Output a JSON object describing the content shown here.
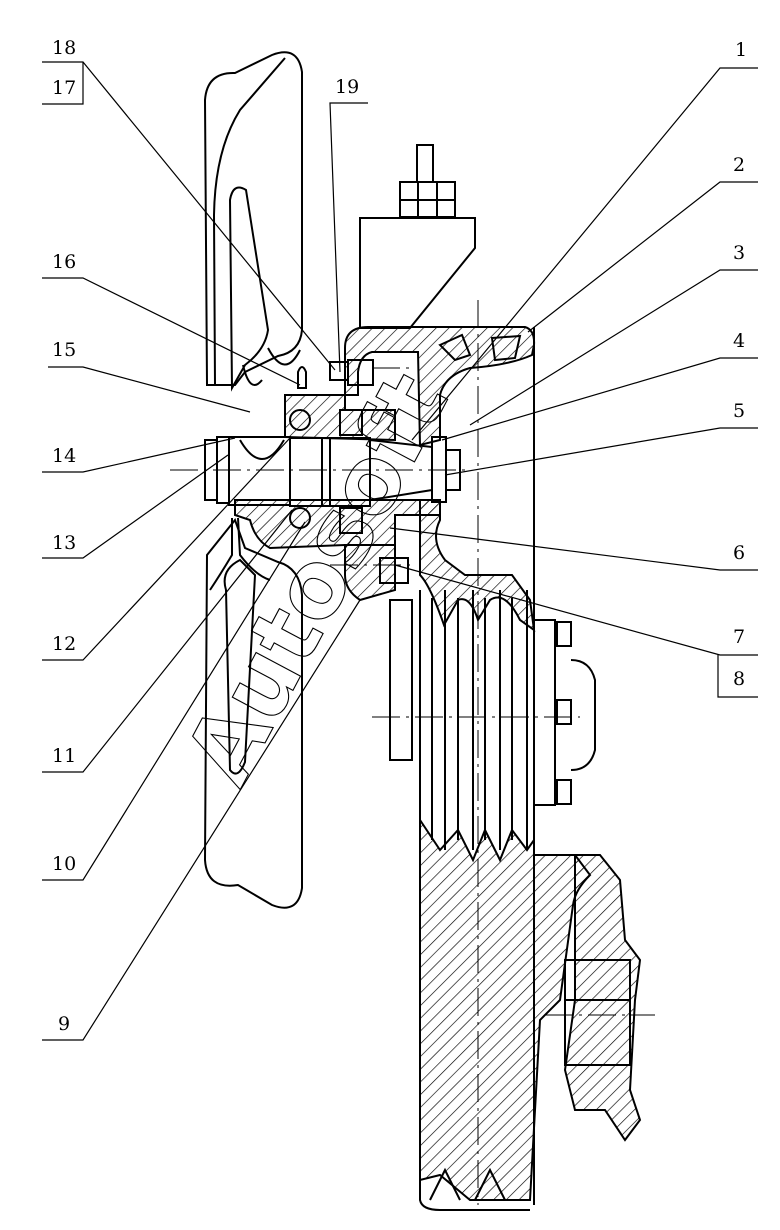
{
  "watermark": "Autosoft",
  "callouts": {
    "left": [
      "18",
      "17",
      "16",
      "15",
      "14",
      "13",
      "12",
      "11",
      "10",
      "9"
    ],
    "top": [
      "19"
    ],
    "right": [
      "1",
      "2",
      "3",
      "4",
      "5",
      "6",
      "7",
      "8"
    ]
  },
  "colors": {
    "line": "#000000",
    "background": "#ffffff"
  }
}
